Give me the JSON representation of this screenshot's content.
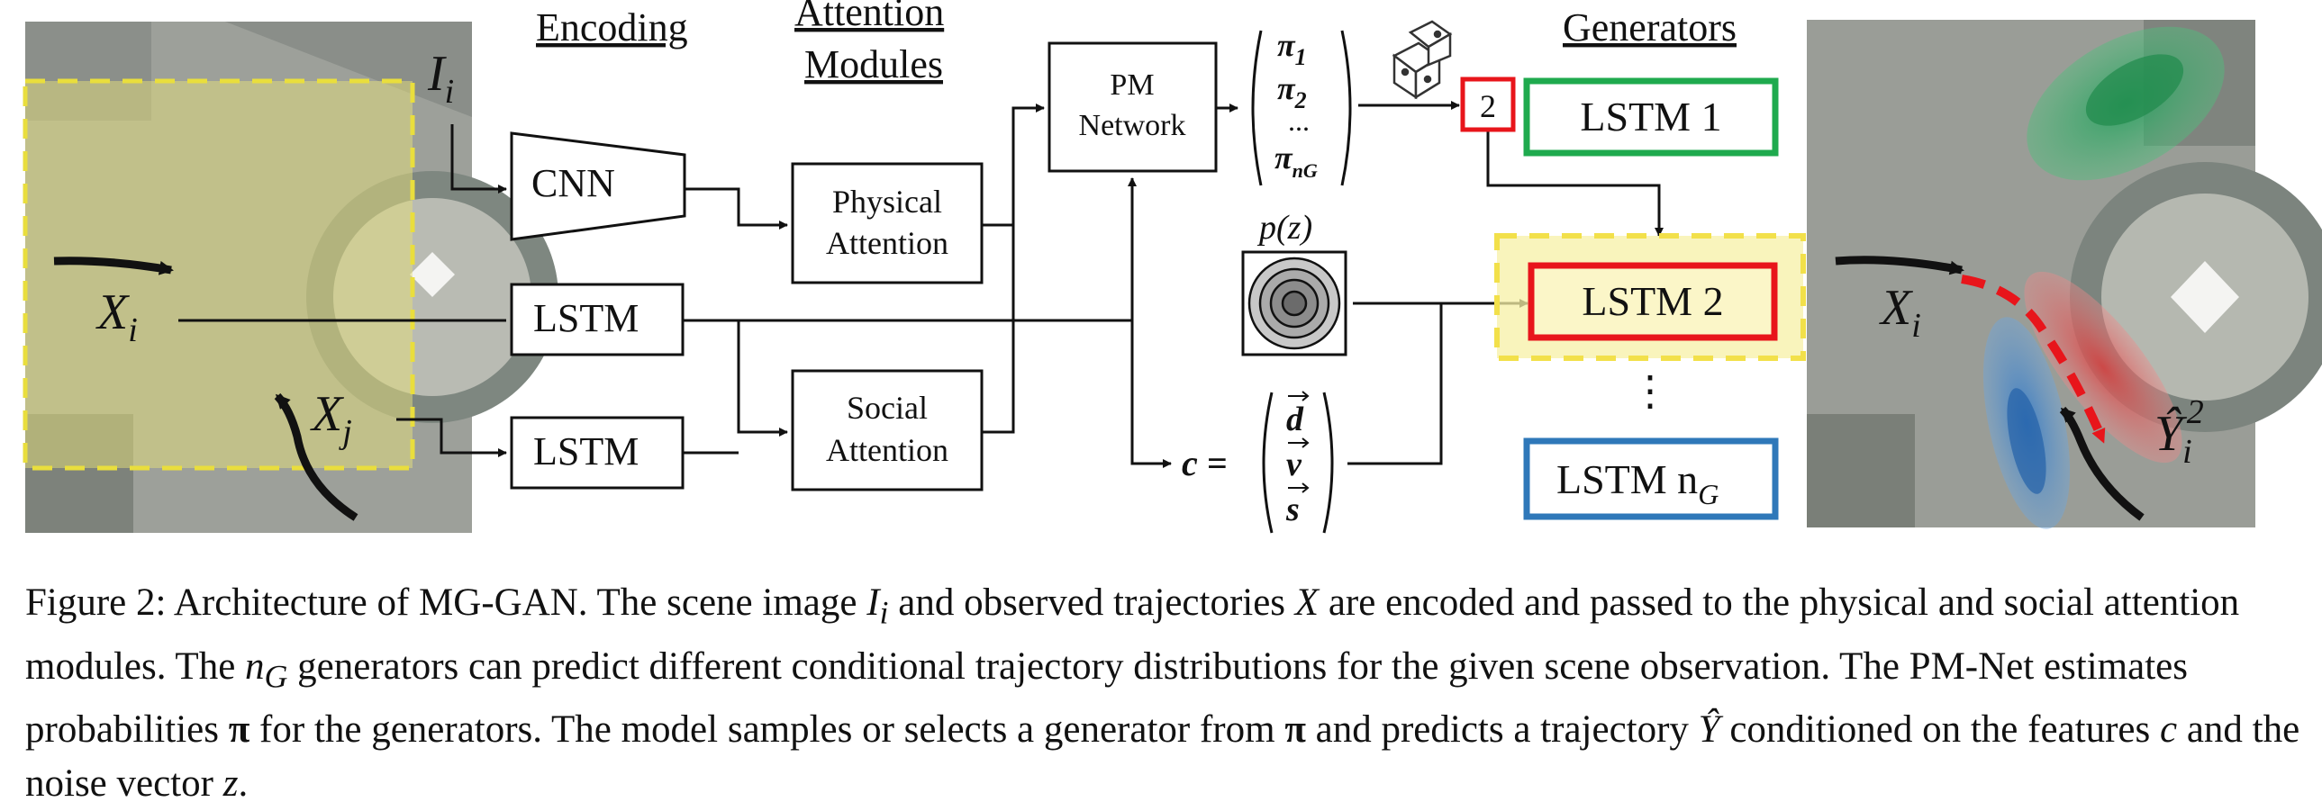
{
  "headers": {
    "encoding": "Encoding",
    "attention_line1": "Attention",
    "attention_line2": "Modules",
    "generators": "Generators"
  },
  "boxes": {
    "cnn": "CNN",
    "lstm_obs": "LSTM",
    "lstm_social": "LSTM",
    "physical_line1": "Physical",
    "physical_line2": "Attention",
    "social_line1": "Social",
    "social_line2": "Attention",
    "pm_line1": "PM",
    "pm_line2": "Network",
    "gen1": "LSTM 1",
    "gen2": "LSTM 2",
    "gen_n_base": "LSTM n",
    "gen_n_sub": "G",
    "selected_index": "2"
  },
  "labels": {
    "image": "I",
    "image_sub": "i",
    "xi": "X",
    "xi_sub": "i",
    "xj": "X",
    "xj_sub": "j",
    "pz": "p(z)",
    "c_eq": "c =",
    "pi1": "π",
    "pi1_sub": "1",
    "pi2": "π",
    "pi2_sub": "2",
    "pi_dots": "...",
    "pin": "π",
    "pin_sub": "nG",
    "vec_d": "d",
    "vec_v": "v",
    "vec_s": "s",
    "vdots": "⋮",
    "out_xi": "X",
    "out_xi_sub": "i",
    "yhat": "Ŷ",
    "yhat_sub": "i",
    "yhat_sup": "2"
  },
  "caption": {
    "fig_label": "Figure 2:",
    "t1": " Architecture of MG-GAN. The scene image ",
    "Ii": "I",
    "Ii_sub": "i",
    "t2": " and observed trajectories ",
    "X": "X",
    "t3": " are encoded and passed to the physical and social attention modules. The ",
    "nG": "n",
    "nG_sub": "G",
    "t4": " generators can predict different conditional trajectory distributions for the given scene observation. The PM-Net estimates probabilities ",
    "pi": "π",
    "t5": " for the generators. The model samples or selects a generator from ",
    "pi2": "π",
    "t6": " and predicts a trajectory ",
    "Yhat": "Ŷ",
    "t7": " conditioned on the features ",
    "c": "c",
    "t8": " and the noise vector ",
    "z": "z",
    "t9": "."
  },
  "colors": {
    "gen1": "#1faa4e",
    "gen2": "#e8151b",
    "gen_n": "#2f78b9",
    "highlight_yellow": "#f2e66a",
    "dash_red": "#e8151b"
  },
  "icons": [
    "dice-icon",
    "noise-target-icon",
    "scene-image-left",
    "scene-image-right"
  ]
}
